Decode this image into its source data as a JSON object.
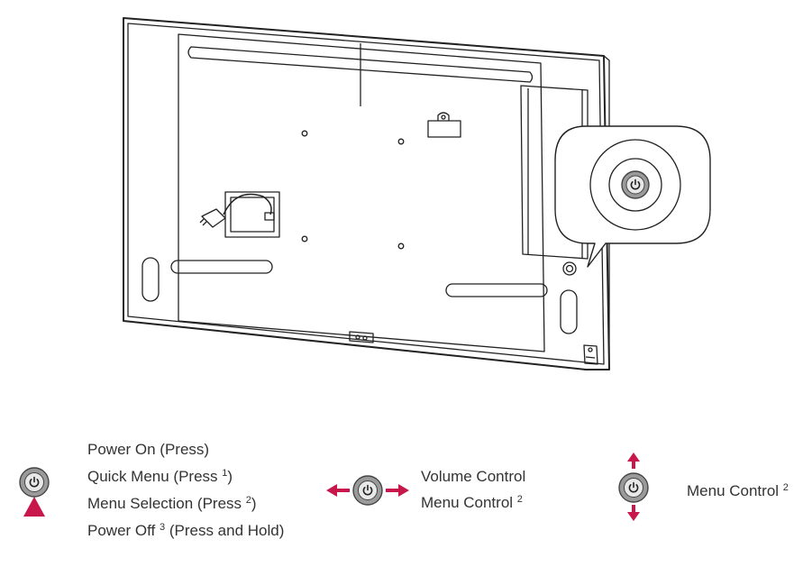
{
  "colors": {
    "accent": "#c8174a",
    "outline": "#222222",
    "button_fill": "#9a9a9a"
  },
  "icons": {
    "power": "power-icon"
  },
  "legend": {
    "press": {
      "lines": [
        {
          "text": "Power On (Press)",
          "sup": "",
          "tail": ""
        },
        {
          "text": "Quick Menu (Press ",
          "sup": "1",
          "tail": ")"
        },
        {
          "text": "Menu Selection (Press ",
          "sup": "2",
          "tail": ")"
        },
        {
          "text": "Power Off ",
          "sup": "3",
          "tail": " (Press and Hold)"
        }
      ]
    },
    "horizontal": {
      "lines": [
        {
          "text": "Volume Control",
          "sup": "",
          "tail": ""
        },
        {
          "text": "Menu Control ",
          "sup": "2",
          "tail": ""
        }
      ]
    },
    "vertical": {
      "lines": [
        {
          "text": "Menu Control ",
          "sup": "2",
          "tail": ""
        }
      ]
    }
  }
}
